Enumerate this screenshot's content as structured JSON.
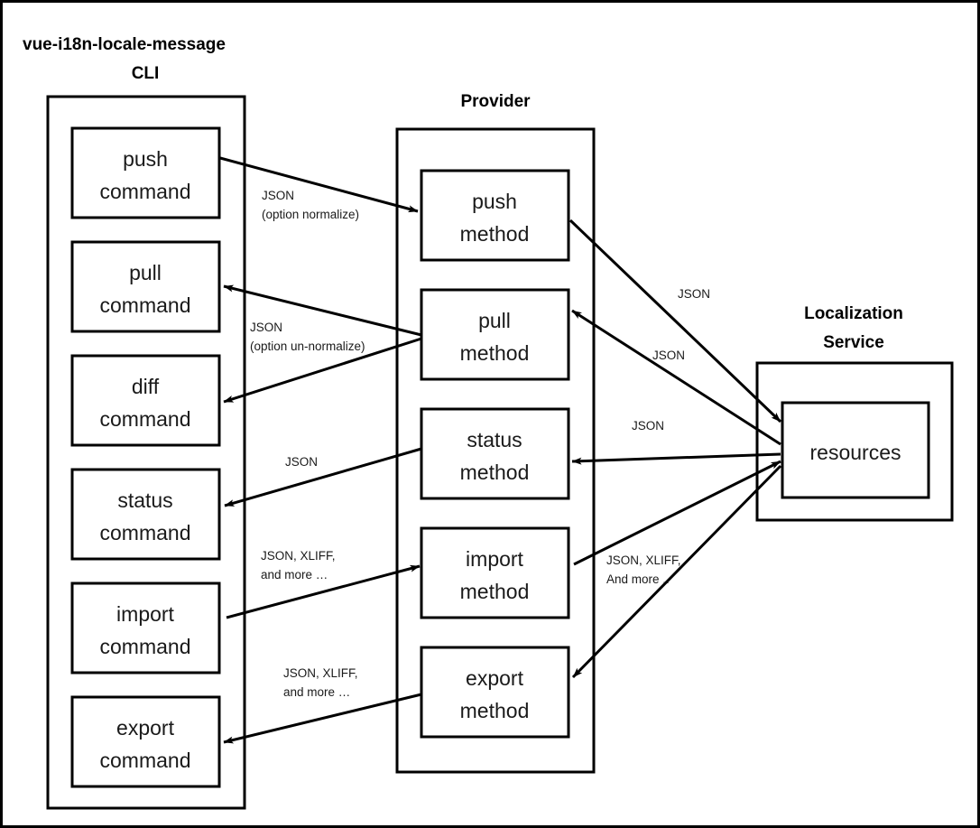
{
  "diagram": {
    "title": "vue-i18n-locale-message architecture",
    "groups": [
      {
        "id": "cli",
        "title_line1": "vue-i18n-locale-message",
        "title_line2": "CLI",
        "nodes": [
          {
            "id": "push-command",
            "line1": "push",
            "line2": "command"
          },
          {
            "id": "pull-command",
            "line1": "pull",
            "line2": "command"
          },
          {
            "id": "diff-command",
            "line1": "diff",
            "line2": "command"
          },
          {
            "id": "status-command",
            "line1": "status",
            "line2": "command"
          },
          {
            "id": "import-command",
            "line1": "import",
            "line2": "command"
          },
          {
            "id": "export-command",
            "line1": "export",
            "line2": "command"
          }
        ]
      },
      {
        "id": "provider",
        "title_line1": "Provider",
        "title_line2": "",
        "nodes": [
          {
            "id": "push-method",
            "line1": "push",
            "line2": "method"
          },
          {
            "id": "pull-method",
            "line1": "pull",
            "line2": "method"
          },
          {
            "id": "status-method",
            "line1": "status",
            "line2": "method"
          },
          {
            "id": "import-method",
            "line1": "import",
            "line2": "method"
          },
          {
            "id": "export-method",
            "line1": "export",
            "line2": "method"
          }
        ]
      },
      {
        "id": "localization-service",
        "title_line1": "Localization",
        "title_line2": "Service",
        "nodes": [
          {
            "id": "resources",
            "line1": "resources",
            "line2": ""
          }
        ]
      }
    ],
    "edges": [
      {
        "id": "push-command-to-push-method",
        "from": "push-command",
        "to": "push-method",
        "label_line1": "JSON",
        "label_line2": "(option normalize)"
      },
      {
        "id": "pull-method-to-pull-command",
        "from": "pull-method",
        "to": "pull-command",
        "label_line1": "JSON",
        "label_line2": "(option un-normalize)"
      },
      {
        "id": "pull-method-to-diff-command",
        "from": "pull-method",
        "to": "diff-command",
        "label_line1": "",
        "label_line2": ""
      },
      {
        "id": "status-method-to-status-command",
        "from": "status-method",
        "to": "status-command",
        "label_line1": "JSON",
        "label_line2": ""
      },
      {
        "id": "import-command-to-import-method",
        "from": "import-command",
        "to": "import-method",
        "label_line1": "JSON, XLIFF,",
        "label_line2": "and more …"
      },
      {
        "id": "export-method-to-export-command",
        "from": "export-method",
        "to": "export-command",
        "label_line1": "JSON, XLIFF,",
        "label_line2": "and more …"
      },
      {
        "id": "push-method-to-resources",
        "from": "push-method",
        "to": "resources",
        "label_line1": "JSON",
        "label_line2": ""
      },
      {
        "id": "resources-to-pull-method",
        "from": "resources",
        "to": "pull-method",
        "label_line1": "JSON",
        "label_line2": ""
      },
      {
        "id": "resources-to-status-method",
        "from": "resources",
        "to": "status-method",
        "label_line1": "JSON",
        "label_line2": ""
      },
      {
        "id": "import-method-to-resources",
        "from": "import-method",
        "to": "resources",
        "label_line1": "JSON, XLIFF,",
        "label_line2": "And more .."
      },
      {
        "id": "resources-to-export-method",
        "from": "resources",
        "to": "export-method",
        "label_line1": "",
        "label_line2": ""
      }
    ]
  }
}
